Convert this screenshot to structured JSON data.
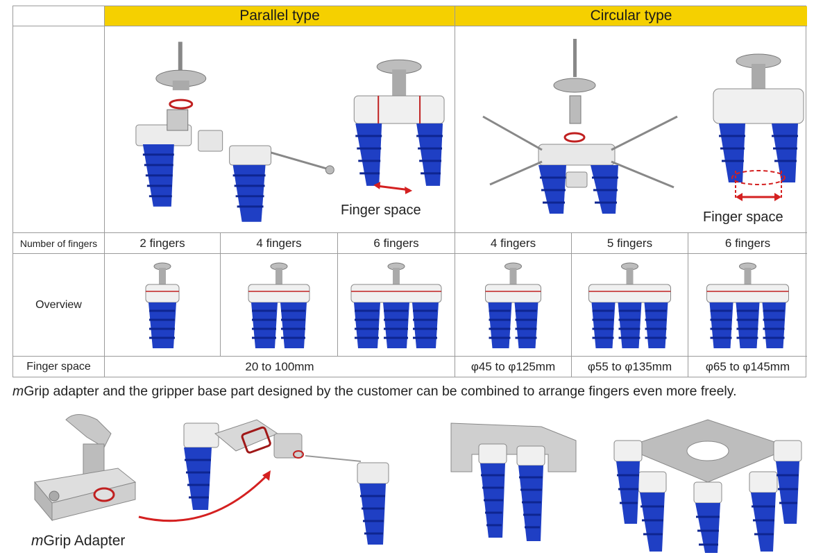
{
  "headers": {
    "parallel": "Parallel type",
    "circular": "Circular type"
  },
  "row_labels": {
    "fingers": "Number of fingers",
    "overview": "Overview",
    "finger_space": "Finger space"
  },
  "diagram_labels": {
    "parallel_space": "Finger space",
    "circular_space": "Finger space"
  },
  "columns": [
    {
      "fingers": "2 fingers"
    },
    {
      "fingers": "4 fingers"
    },
    {
      "fingers": "6 fingers"
    },
    {
      "fingers": "4 fingers",
      "space": "φ45 to φ125mm"
    },
    {
      "fingers": "5 fingers",
      "space": "φ55 to φ135mm"
    },
    {
      "fingers": "6 fingers",
      "space": "φ65 to φ145mm"
    }
  ],
  "parallel_space": "20 to 100mm",
  "caption": {
    "brand_m": "m",
    "brand_grip": "Grip",
    "text": " adapter and the gripper base part designed by the customer can be combined to arrange fingers even more freely."
  },
  "adapter_label": {
    "brand_m": "m",
    "brand_grip": "Grip",
    "text": " Adapter"
  },
  "colors": {
    "header_yellow": "#f5d000",
    "finger_blue": "#1f3fc4",
    "arrow_red": "#d42020",
    "metal": "#c9c9c9"
  }
}
